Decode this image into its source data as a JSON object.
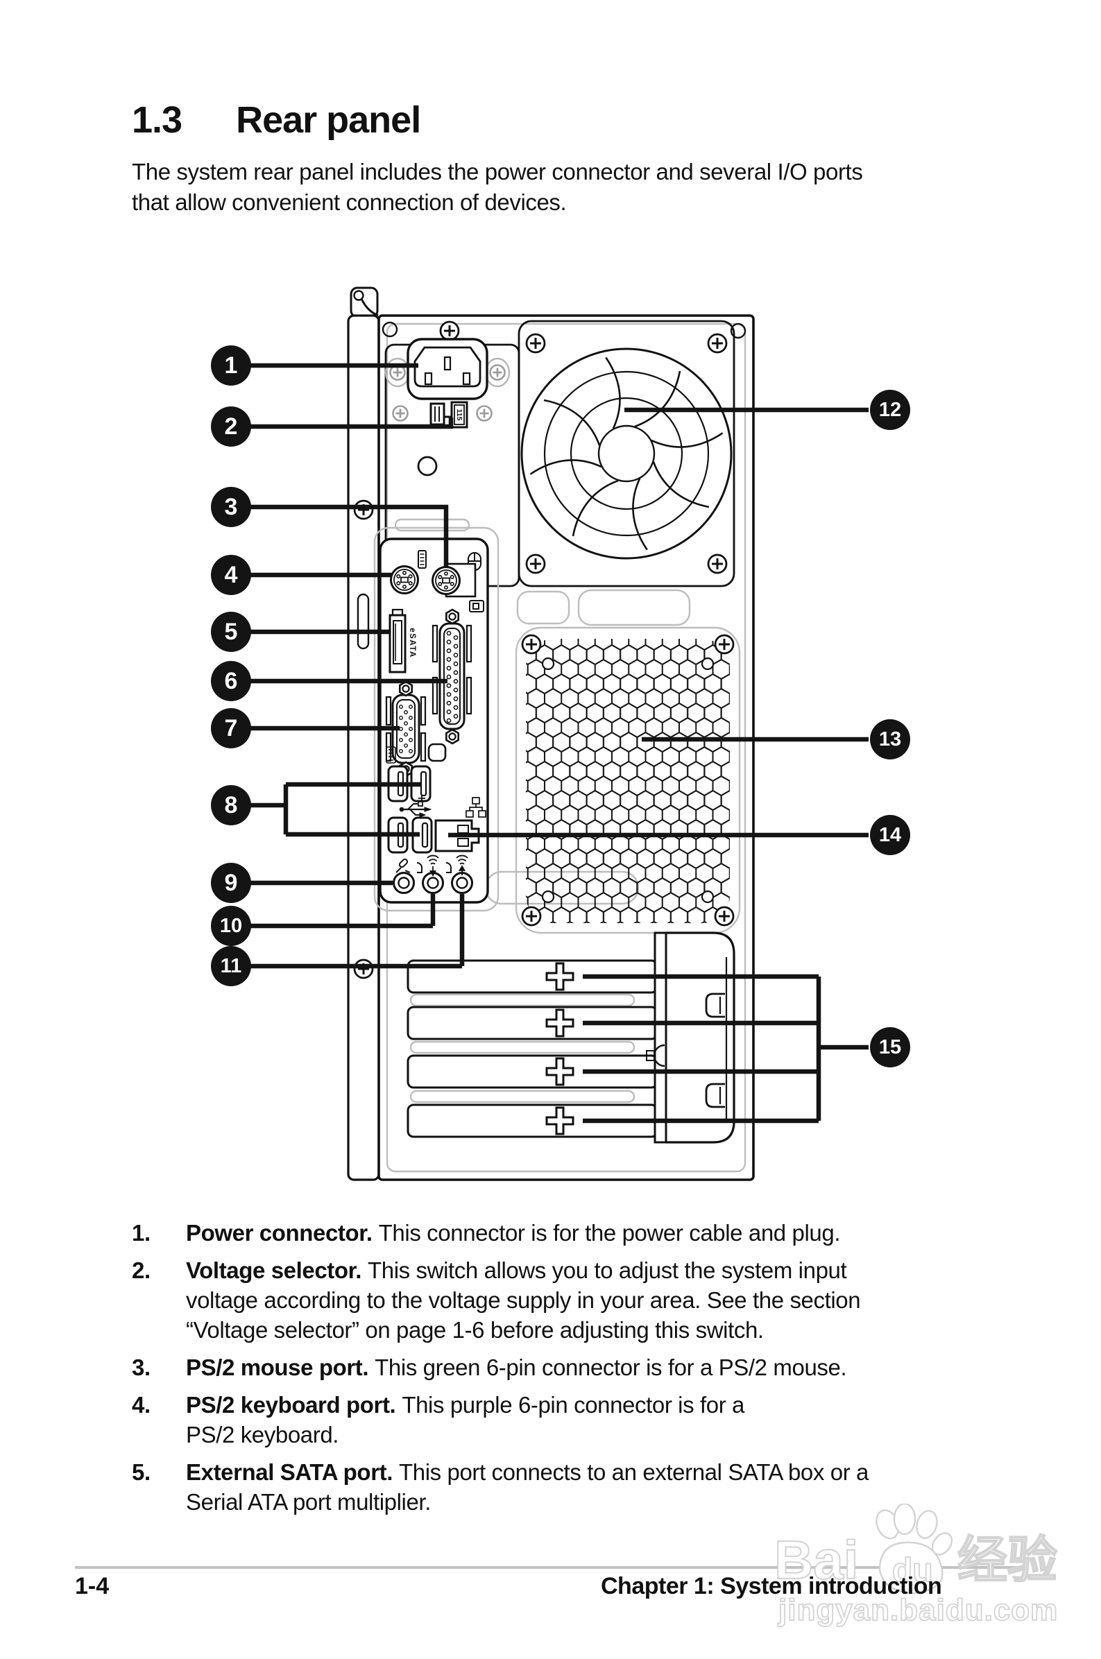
{
  "document": {
    "section_number": "1.3",
    "section_title": "Rear panel",
    "intro_line1": "The system rear panel includes the power connector and several I/O ports",
    "intro_line2": "that allow convenient connection of devices."
  },
  "diagram": {
    "callouts": [
      {
        "number": "1"
      },
      {
        "number": "2"
      },
      {
        "number": "3"
      },
      {
        "number": "4"
      },
      {
        "number": "5"
      },
      {
        "number": "6"
      },
      {
        "number": "7"
      },
      {
        "number": "8"
      },
      {
        "number": "9"
      },
      {
        "number": "10"
      },
      {
        "number": "11"
      },
      {
        "number": "12"
      },
      {
        "number": "13"
      },
      {
        "number": "14"
      },
      {
        "number": "15"
      }
    ],
    "esata_label": "eSATA",
    "voltage_label": "115"
  },
  "list": {
    "items": [
      {
        "number": "1.",
        "term": "Power connector.",
        "line1": "This connector is for the power cable and plug."
      },
      {
        "number": "2.",
        "term": "Voltage selector.",
        "line1": "This switch allows you to adjust the system input",
        "line2": "voltage according to the voltage supply in your area. See the section",
        "line3": "“Voltage selector” on page 1-6 before adjusting this switch."
      },
      {
        "number": "3.",
        "term": "PS/2 mouse port.",
        "line1": "This green 6-pin connector is for a PS/2 mouse."
      },
      {
        "number": "4.",
        "term": "PS/2 keyboard port.",
        "line1": "This purple 6-pin connector is for a",
        "line2": "PS/2 keyboard."
      },
      {
        "number": "5.",
        "term": "External SATA port.",
        "line1": "This port connects to an external SATA box or a",
        "line2": "Serial ATA port multiplier."
      }
    ]
  },
  "footer": {
    "page_number": "1-4",
    "chapter_title": "Chapter 1: System introduction"
  },
  "watermark": {
    "brand_bai": "Bai",
    "brand_du": "du",
    "brand_cn": "经验",
    "url_text": "jingyan.baidu.com"
  }
}
